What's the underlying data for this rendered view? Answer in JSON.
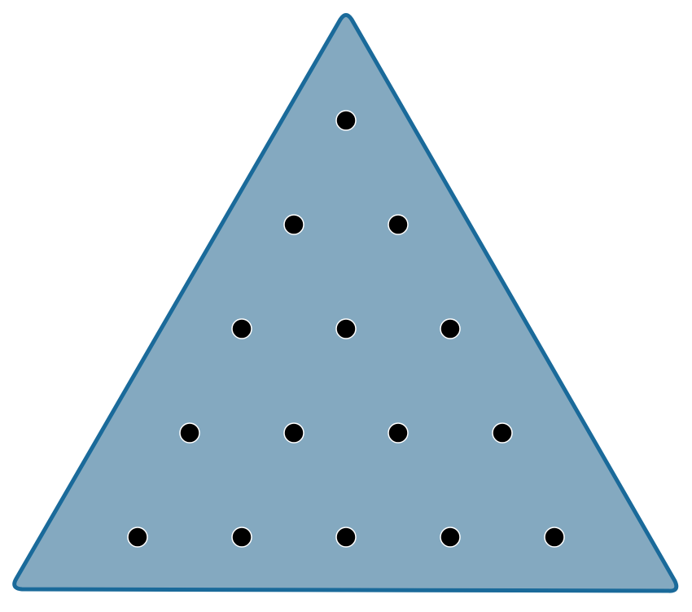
{
  "board": {
    "shape": "triangle",
    "fill_color": "#84a9c0",
    "border_color": "#1a6a9a",
    "peg_color": "#000000",
    "peg_outline_color": "#ffffff"
  },
  "pegs": {
    "rows": [
      1,
      2,
      3,
      4,
      5
    ],
    "total": 15,
    "state": "all holes filled"
  }
}
